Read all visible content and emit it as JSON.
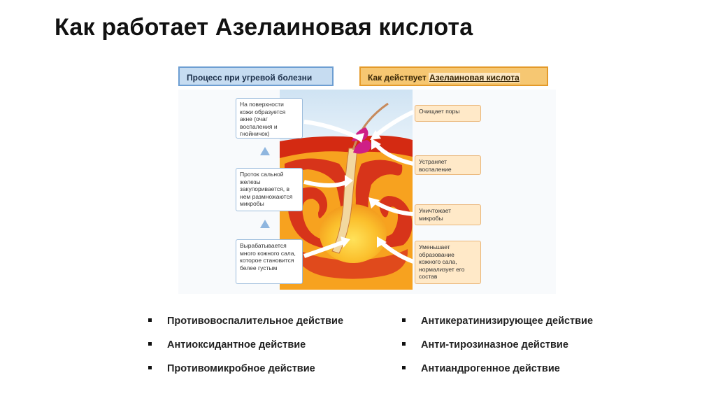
{
  "title": "Как работает Азелаиновая кислота",
  "diagram": {
    "left_header": "Процесс при угревой болезни",
    "right_header_prefix": "Как действует ",
    "right_header_highlight": "Азелаиновая кислота",
    "left_boxes": [
      "На поверхности кожи образуется акне (очаг воспаления и гнойничок)",
      "Проток сальной железы закупоривается, в нем размножаются микробы",
      "Вырабатывается много кожного сала, которое становится белее густым"
    ],
    "right_boxes": [
      "Очищает поры",
      "Устраняет воспаление",
      "Уничтожает микробы",
      "Уменьшает образование кожного сала, нормализует его состав"
    ]
  },
  "bullets": {
    "left": [
      "Противовоспалительное действие",
      "Антиоксидантное действие",
      "Противомикробное действие"
    ],
    "right": [
      "Антикератинизирующее действие",
      "Анти-тирозиназное действие",
      "Антиандрогенное действие"
    ]
  },
  "colors": {
    "left_header_bg": "#c6dcf1",
    "right_header_bg": "#f6c772",
    "gland_orange": "#f5a81e",
    "gland_red": "#d92d13",
    "pimple_magenta": "#cf1f86"
  }
}
